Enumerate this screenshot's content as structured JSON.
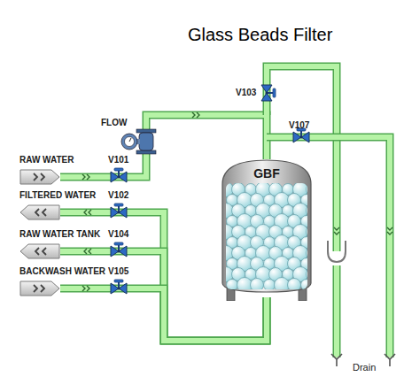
{
  "diagram": {
    "title": "Glass Beads Filter",
    "nodes": [
      {
        "text": [
          "RAW WATER"
        ]
      },
      {
        "text": [
          "FILTERED WATER"
        ]
      },
      {
        "text": [
          "RAW WATER TANK"
        ]
      },
      {
        "text": [
          "BACKWASH WATER"
        ]
      },
      {
        "text": [
          "GBF"
        ]
      }
    ],
    "edges": [
      {
        "from": 0,
        "to": 4,
        "arrow": "none"
      },
      {
        "from": 4,
        "to": 1,
        "arrow": "none"
      },
      {
        "from": 4,
        "to": 2,
        "arrow": "none"
      },
      {
        "from": 3,
        "to": 4,
        "arrow": "none"
      }
    ],
    "labels": [
      "FLOW",
      "V101",
      "V102",
      "V104",
      "V105",
      "V103",
      "V107",
      "Drain"
    ]
  }
}
